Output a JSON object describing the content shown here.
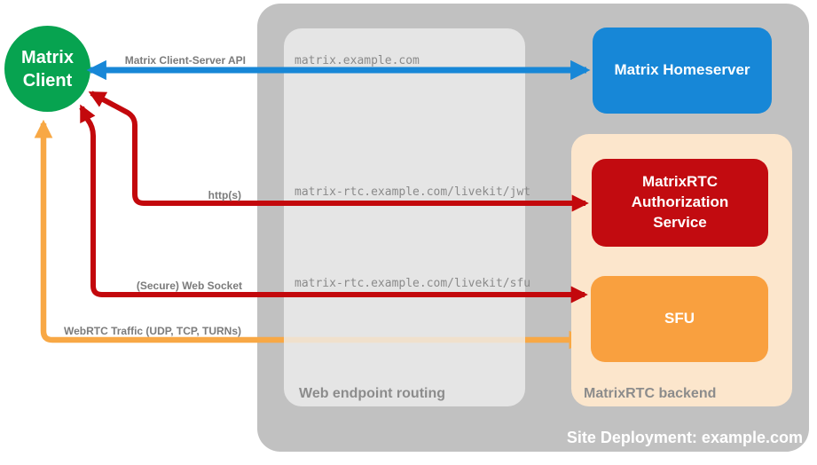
{
  "colors": {
    "green": "#07A350",
    "blue": "#1787D7",
    "red-box": "#C20B10",
    "red-arrow": "#C3080C",
    "orange-box": "#F9A03F",
    "orange-arrow": "#F8A845",
    "peach": "#FCE6CC",
    "outer-gray": "#C1C1C1",
    "inner-gray": "#E5E5E5",
    "label-gray": "#7B7B7B",
    "zone-gray": "#8C8C8C",
    "mono-gray": "#8A8A8A"
  },
  "client": {
    "line1": "Matrix",
    "line2": "Client"
  },
  "nodes": {
    "homeserver": {
      "label": "Matrix Homeserver"
    },
    "auth": {
      "label": "MatrixRTC Authorization Service"
    },
    "sfu": {
      "label": "SFU"
    }
  },
  "zones": {
    "web_routing": {
      "label": "Web endpoint routing"
    },
    "backend": {
      "label": "MatrixRTC backend"
    },
    "deployment": {
      "label": "Site Deployment: example.com"
    }
  },
  "connections": {
    "cs_api": {
      "label": "Matrix Client-Server API",
      "route": "matrix.example.com"
    },
    "http": {
      "label": "http(s)",
      "route": "matrix-rtc.example.com/livekit/jwt"
    },
    "websocket": {
      "label": "(Secure) Web Socket",
      "route": "matrix-rtc.example.com/livekit/sfu"
    },
    "webrtc": {
      "label": "WebRTC Traffic (UDP, TCP, TURNs)"
    }
  }
}
